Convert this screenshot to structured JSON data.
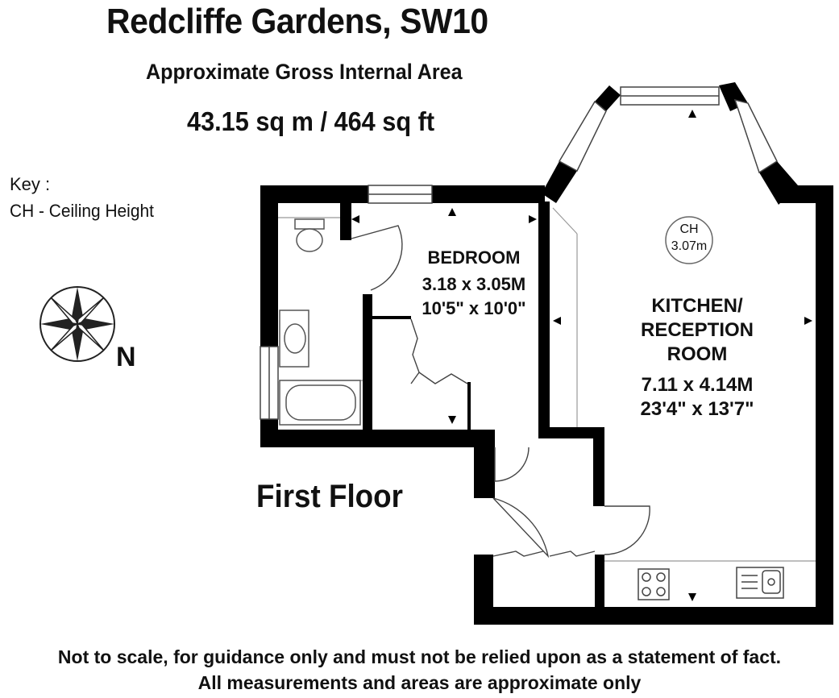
{
  "header": {
    "title": "Redcliffe Gardens, SW10",
    "subtitle": "Approximate Gross Internal Area",
    "area": "43.15 sq m /  464 sq ft"
  },
  "key": {
    "title": "Key :",
    "line": "CH - Ceiling Height"
  },
  "compass": {
    "north_label": "N"
  },
  "floor_label": "First Floor",
  "rooms": {
    "bedroom": {
      "name": "BEDROOM",
      "metric": "3.18 x 3.05M",
      "imperial": "10'5\" x 10'0\""
    },
    "kitchen_reception": {
      "name_line1": "KITCHEN/",
      "name_line2": "RECEPTION",
      "name_line3": "ROOM",
      "metric": "7.11 x 4.14M",
      "imperial": "23'4\" x 13'7\"",
      "ceiling_height_label": "CH",
      "ceiling_height_value": "3.07m"
    }
  },
  "disclaimer": {
    "line1": "Not to scale, for guidance only and must not be relied upon as a statement of fact.",
    "line2": "All measurements and areas are approximate only"
  },
  "icons": [
    "compass-rose-icon",
    "toilet-icon",
    "basin-icon",
    "bath-icon",
    "hob-icon",
    "sink-icon"
  ]
}
